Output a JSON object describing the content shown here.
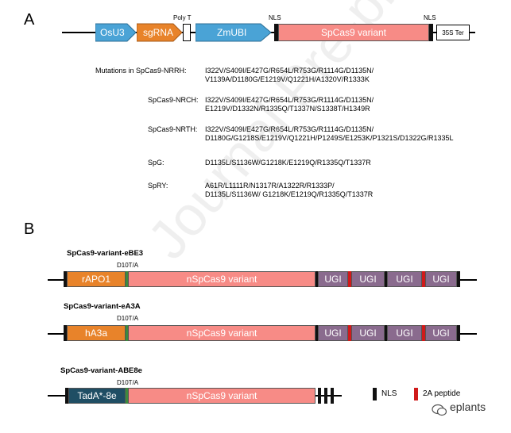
{
  "panel_a": {
    "label": "A",
    "construct": {
      "osu3": "OsU3",
      "sgrna": "sgRNA",
      "poly_t": "Poly T",
      "zmubi": "ZmUBI",
      "nls_left": "NLS",
      "spcas9": "SpCas9 variant",
      "nls_right": "NLS",
      "ter": "35S Ter"
    },
    "mutations": [
      {
        "name": "Mutations in SpCas9-NRRH:",
        "lines": [
          "I322V/S409I/E427G/R654L/R753G/R1114G/D1135N/",
          "V1139A/D1180G/E1219V/Q1221H/A1320V/R1333K"
        ]
      },
      {
        "name": "SpCas9-NRCH:",
        "lines": [
          "I322V/S409I/E427G/R654L/R753G/R1114G/D1135N/",
          "E1219V/D1332N/R1335Q/T1337N/S1338T/H1349R"
        ]
      },
      {
        "name": "SpCas9-NRTH:",
        "lines": [
          "I322V/S409I/E427G/R654L/R753G/R1114G/D1135N/",
          "D1180G/G1218S/E1219V/Q1221H/P1249S/E1253K/P1321S/D1322G/R1335L"
        ]
      },
      {
        "name": "SpG:",
        "lines": [
          "D1135L/S1136W/G1218K/E1219Q/R1335Q/T1337R"
        ]
      },
      {
        "name": "SpRY:",
        "lines": [
          "A61R/L1111R/N1317R/A1322R/R1333P/",
          "D1135L/S1136W/ G1218K/E1219Q/R1335Q/T1337R"
        ]
      }
    ]
  },
  "panel_b": {
    "label": "B",
    "constructs": [
      {
        "title": "SpCas9-variant-eBE3",
        "mut": "D10T/A",
        "deaminase": "rAPO1",
        "cas": "nSpCas9 variant",
        "ugi": [
          "UGI",
          "UGI",
          "UGI",
          "UGI"
        ]
      },
      {
        "title": "SpCas9-variant-eA3A",
        "mut": "D10T/A",
        "deaminase": "hA3a",
        "cas": "nSpCas9 variant",
        "ugi": [
          "UGI",
          "UGI",
          "UGI",
          "UGI"
        ]
      },
      {
        "title": "SpCas9-variant-ABE8e",
        "mut": "D10T/A",
        "deaminase": "TadA*-8e",
        "cas": "nSpCas9 variant"
      }
    ],
    "legend": {
      "nls": "NLS",
      "peptide": "2A peptide"
    }
  },
  "watermark": "Journal Pre-proof",
  "logo": "eplants",
  "colors": {
    "blue": "#4aa3d6",
    "orange": "#e8832a",
    "salmon": "#f78b86",
    "purple": "#8a6b8e",
    "teal": "#1f4e64",
    "red": "#d01a1a"
  }
}
